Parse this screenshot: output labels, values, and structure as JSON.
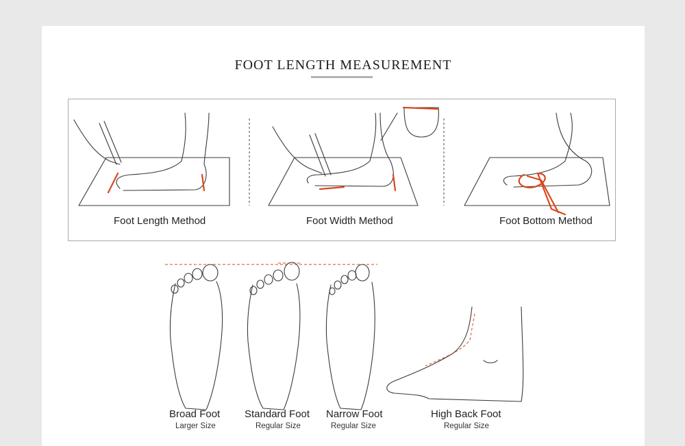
{
  "title": "FOOT LENGTH MEASUREMENT",
  "methods": [
    {
      "label": "Foot Length Method"
    },
    {
      "label": "Foot Width Method"
    },
    {
      "label": "Foot Bottom Method"
    }
  ],
  "foot_types": [
    {
      "label": "Broad Foot",
      "size": "Larger Size"
    },
    {
      "label": "Standard Foot",
      "size": "Regular Size"
    },
    {
      "label": "Narrow Foot",
      "size": "Regular Size"
    },
    {
      "label": "High Back Foot",
      "size": "Regular Size"
    }
  ],
  "colors": {
    "accent": "#d9471d",
    "line": "#3a3a3a",
    "page_bg": "#e9e9e9",
    "card_bg": "#ffffff"
  }
}
